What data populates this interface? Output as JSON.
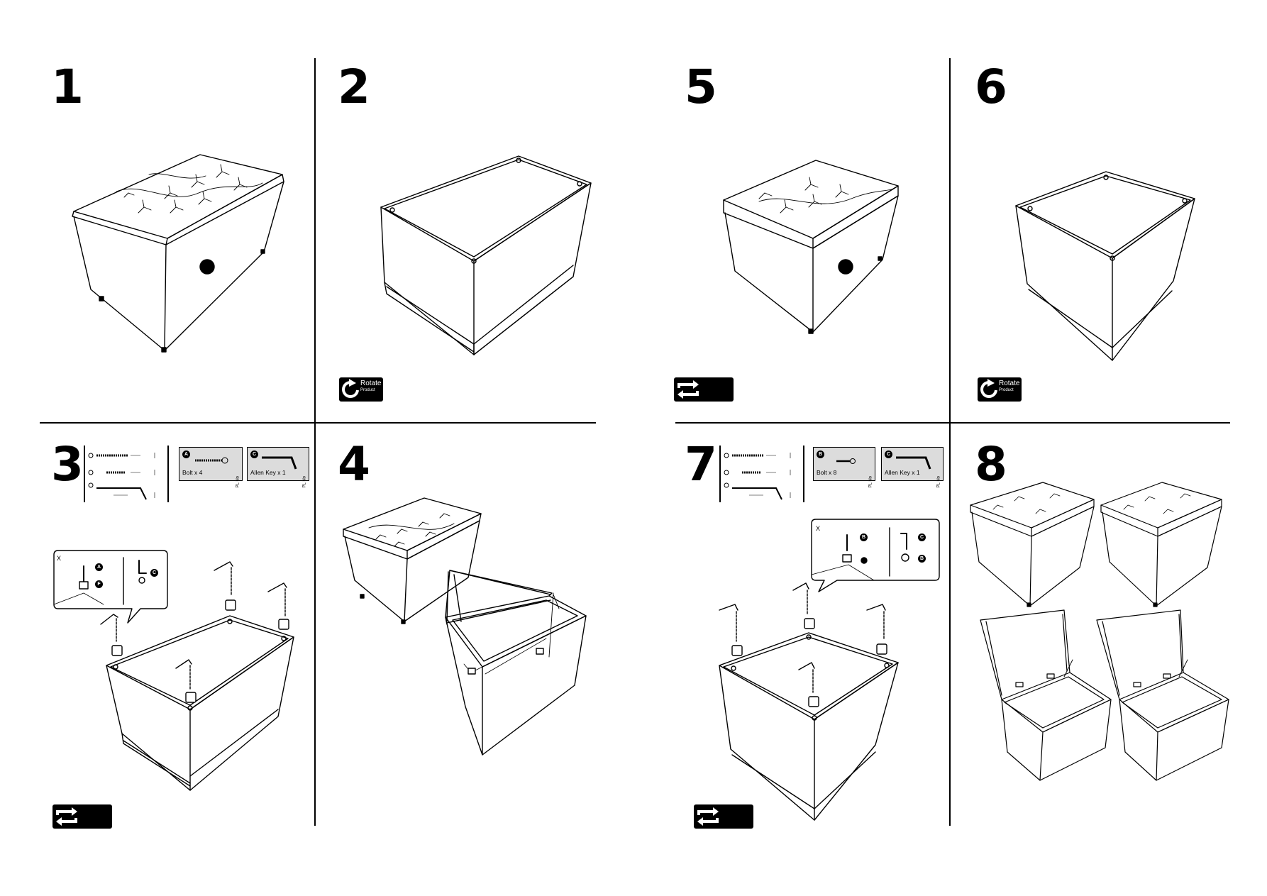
{
  "steps": [
    {
      "number": "1"
    },
    {
      "number": "2"
    },
    {
      "number": "5"
    },
    {
      "number": "6"
    },
    {
      "number": "3"
    },
    {
      "number": "4"
    },
    {
      "number": "7"
    },
    {
      "number": "8"
    }
  ],
  "rotate_badge": {
    "title": "Rotate",
    "subtitle": "Product"
  },
  "hardware_step3": {
    "card_a": {
      "letter": "A",
      "label": "Bolt x 4",
      "pl": "PL No"
    },
    "card_c": {
      "letter": "C",
      "label": "Allen Key x 1",
      "pl": "PL No"
    },
    "callout_x": "X",
    "callout_labels": [
      "A",
      "F",
      "C"
    ]
  },
  "hardware_step7": {
    "card_b": {
      "letter": "B",
      "label": "Bolt x 8",
      "pl": "PL No"
    },
    "card_c": {
      "letter": "C",
      "label": "Allen Key x 1",
      "pl": "PL No"
    },
    "callout_x": "X",
    "callout_labels": [
      "B",
      "C",
      "B"
    ]
  },
  "icons": [
    "rotate-arrow-icon",
    "flip-arrows-icon"
  ]
}
